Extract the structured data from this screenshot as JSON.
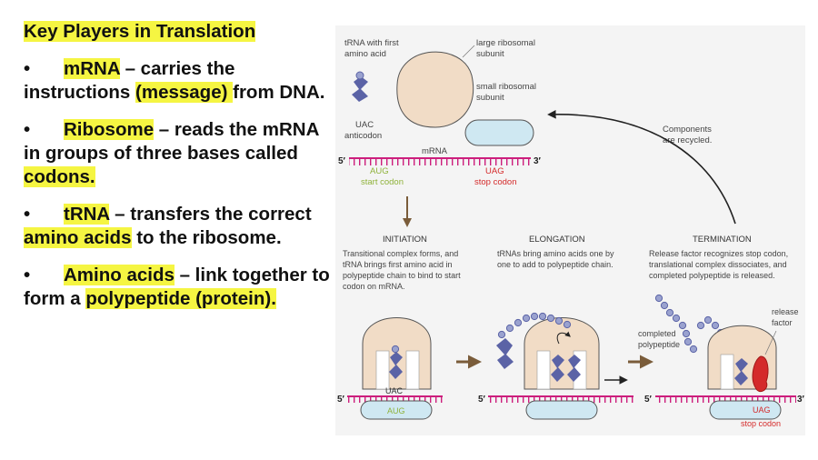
{
  "slide": {
    "title": "Key Players in Translation",
    "bullets": [
      {
        "symbol": "•",
        "term": "mRNA",
        "rest1": " – carries the instructions ",
        "hl2": "(message) ",
        "rest2": "from DNA."
      },
      {
        "symbol": "•",
        "term": "Ribosome",
        "rest1": " – reads the mRNA in groups of three bases called ",
        "hl2": "codons.",
        "rest2": ""
      },
      {
        "symbol": "•",
        "term": "tRNA",
        "rest1": " – transfers the correct ",
        "hl2": "amino acids",
        "rest2": " to the ribosome."
      },
      {
        "symbol": "•",
        "term": "Amino acids",
        "rest1": " – link together to form a ",
        "hl2": "polypeptide (protein).",
        "rest2": ""
      }
    ]
  },
  "diagram": {
    "trna_first_label": [
      "tRNA with first",
      "amino acid"
    ],
    "large_subunit_label": [
      "large ribosomal",
      "subunit"
    ],
    "small_subunit_label": [
      "small ribosomal",
      "subunit"
    ],
    "components_label": [
      "Components",
      "are recycled."
    ],
    "uac": "UAC",
    "anticodon": "anticodon",
    "mrna": "mRNA",
    "five_prime": "5′",
    "three_prime": "3′",
    "aug": "AUG",
    "start_codon": "start codon",
    "uag": "UAG",
    "stop_codon": "stop codon",
    "initiation": {
      "title": "INITIATION",
      "lines": [
        "Transitional complex forms, and",
        "tRNA brings first amino acid in",
        "polypeptide chain to bind to start",
        "codon on mRNA."
      ]
    },
    "elongation": {
      "title": "ELONGATION",
      "lines": [
        "tRNAs bring amino acids one by",
        "one to add to polypeptide chain."
      ]
    },
    "termination": {
      "title": "TERMINATION",
      "lines": [
        "Release factor recognizes stop codon,",
        "translational complex dissociates, and",
        "completed polypeptide is released."
      ]
    },
    "release_factor": [
      "release",
      "factor"
    ],
    "completed_polypeptide": [
      "completed",
      "polypeptide"
    ],
    "colors": {
      "highlight": "#f5f542",
      "mrna": "#cc1e7c",
      "ribosome": "#f1dcc6",
      "small": "#cfe8f2",
      "trna": "#5b63a6",
      "green": "#8fb23a",
      "red": "#d42a2a"
    }
  }
}
